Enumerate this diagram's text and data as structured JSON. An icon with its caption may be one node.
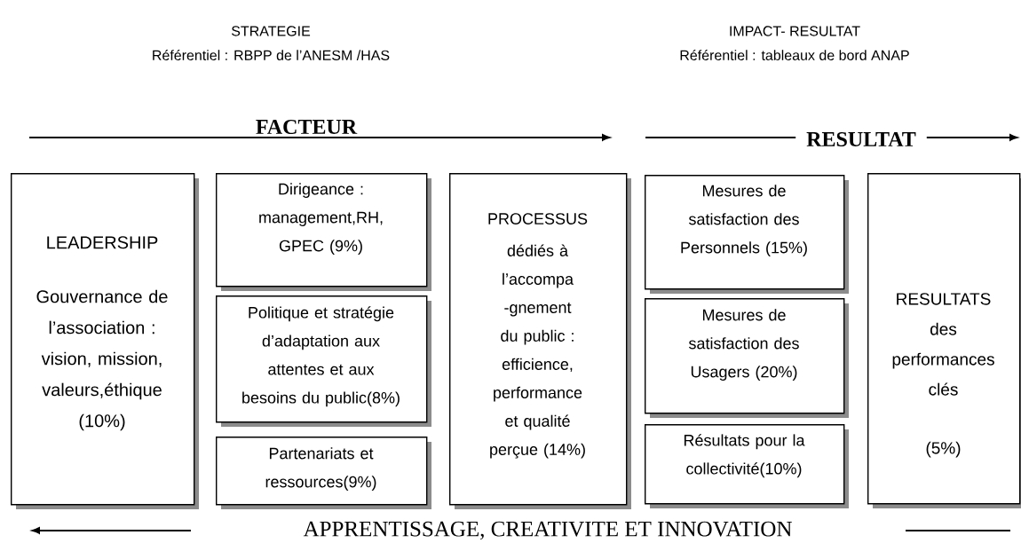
{
  "diagram": {
    "nodes": [
      {
        "text": [
          "LEADERSHIP",
          "Gouvernance de l’association : vision, mission, valeurs,éthique (10%)"
        ]
      },
      {
        "text": [
          "Dirigeance : management,RH, GPEC  (9%)"
        ]
      },
      {
        "text": [
          "Politique et stratégie d’adaptation aux attentes et aux besoins du public(8%)"
        ]
      },
      {
        "text": [
          "Partenariats et ressources(9%)"
        ]
      },
      {
        "text": [
          "PROCESSUS",
          "dédiés à l’accompa -gnement du public : efficience, performance et qualité perçue (14%)"
        ]
      },
      {
        "text": [
          "Mesures de satisfaction des Personnels (15%)"
        ]
      },
      {
        "text": [
          "Mesures de satisfaction des Usagers (20%)"
        ]
      },
      {
        "text": [
          "Résultats pour la collectivité(10%)"
        ]
      },
      {
        "text": [
          "RESULTATS",
          "des performances clés",
          "(5%)"
        ]
      }
    ],
    "labels": [
      "STRATEGIE",
      "Référentiel : RBPP de l’ANESM /HAS",
      "IMPACT- RESULTAT",
      "Référentiel : tableaux de bord ANAP",
      "FACTEUR",
      "RESULTAT",
      "APPRENTISSAGE, CREATIVITE ET INNOVATION"
    ]
  }
}
